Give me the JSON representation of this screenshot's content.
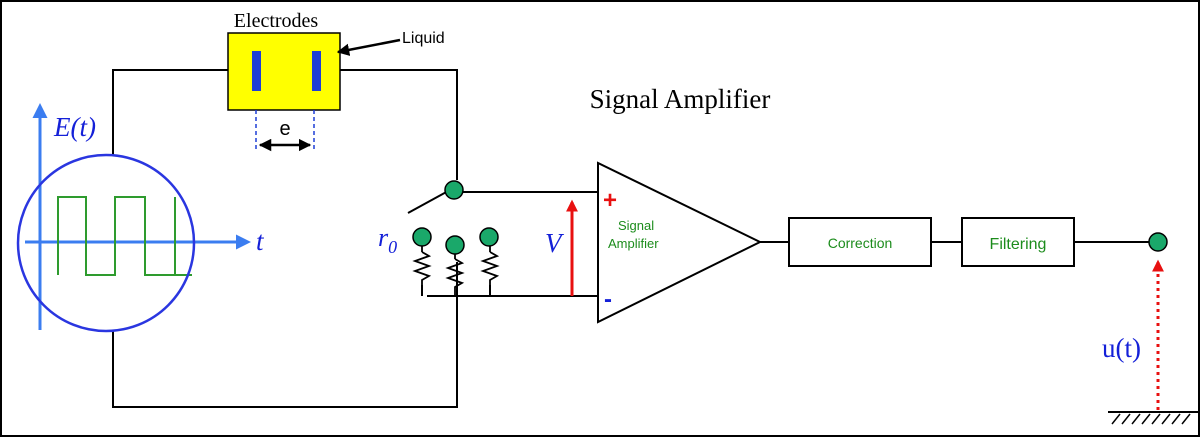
{
  "labels": {
    "electrodes": "Electrodes",
    "liquid": "Liquid",
    "gap": "e",
    "source": "E(t)",
    "time_axis": "t",
    "title": "Signal Amplifier",
    "resistor": "r",
    "resistor_sub": "0",
    "voltage": "V",
    "plus": "+",
    "minus": "-",
    "amp_line1": "Signal",
    "amp_line2": "Amplifier",
    "correction": "Correction",
    "filtering": "Filtering",
    "output": "u(t)"
  },
  "colors": {
    "wire": "#000000",
    "electrode_box": "#ffff00",
    "electrode_plate": "#1f3fd6",
    "axis": "#3b7df0",
    "source_circle": "#2a36e0",
    "waveform": "#2e9b2e",
    "terminal": "#1aa86a",
    "voltage_arrow": "#e81010",
    "label_blue": "#1420d8",
    "label_green": "#1c8c1c",
    "plus": "#e81010",
    "minus": "#1420d8",
    "dimension_dash": "#1f3fd6"
  }
}
